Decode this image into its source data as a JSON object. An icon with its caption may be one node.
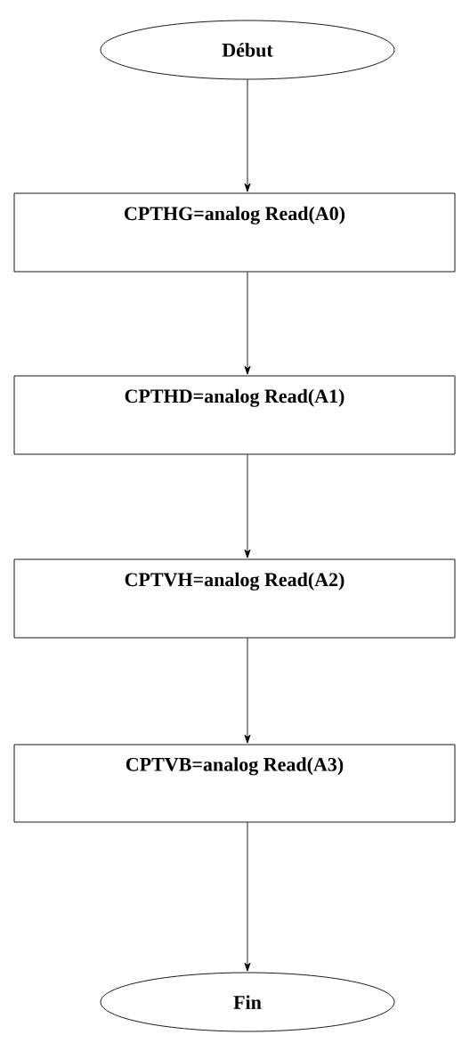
{
  "diagram": {
    "nodes": [
      {
        "text": [
          "Début"
        ]
      },
      {
        "text": [
          "CPTHG=analog Read(A0)"
        ]
      },
      {
        "text": [
          "CPTHD=analog Read(A1)"
        ]
      },
      {
        "text": [
          "CPTVH=analog Read(A2)"
        ]
      },
      {
        "text": [
          "CPTVB=analog Read(A3)"
        ]
      },
      {
        "text": [
          "Fin"
        ]
      }
    ],
    "edges": [
      {
        "from": 0,
        "to": 1,
        "arrow": "to"
      },
      {
        "from": 1,
        "to": 2,
        "arrow": "to"
      },
      {
        "from": 2,
        "to": 3,
        "arrow": "to"
      },
      {
        "from": 3,
        "to": 4,
        "arrow": "to"
      },
      {
        "from": 4,
        "to": 5,
        "arrow": "to"
      }
    ]
  }
}
